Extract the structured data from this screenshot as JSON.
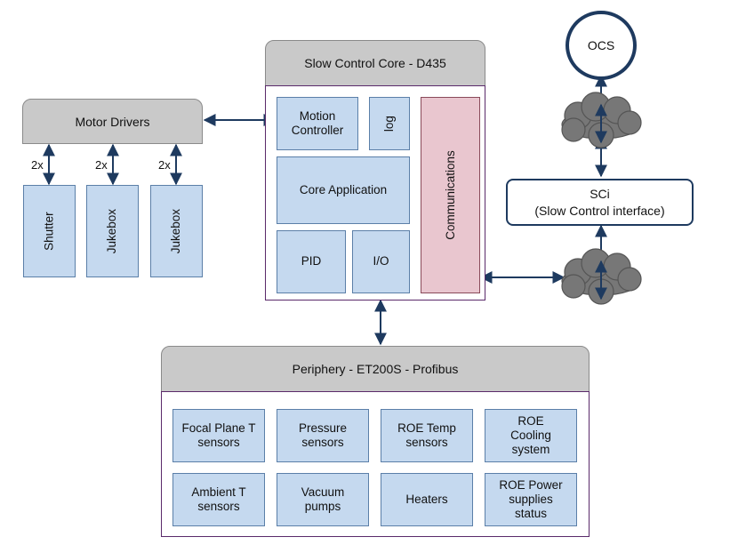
{
  "core": {
    "title": "Slow Control Core - D435",
    "motion_controller": "Motion Controller",
    "log": "log",
    "core_application": "Core Application",
    "pid": "PID",
    "io": "I/O",
    "communications": "Communications"
  },
  "motor_drivers": {
    "title": "Motor Drivers",
    "multiplier": "2x",
    "children": [
      "Shutter",
      "Jukebox",
      "Jukebox"
    ]
  },
  "ocs": {
    "label": "OCS"
  },
  "sci": {
    "line1": "SCi",
    "line2": "(Slow Control interface)"
  },
  "periphery": {
    "title": "Periphery - ET200S - Profibus",
    "items": [
      "Focal Plane T sensors",
      "Pressure sensors",
      "ROE Temp sensors",
      "ROE Cooling system",
      "Ambient T sensors",
      "Vacuum pumps",
      "Heaters",
      "ROE Power supplies status"
    ]
  },
  "colors": {
    "box_fill": "#c5d9ef",
    "communications_fill": "#e9c6cf",
    "header_fill": "#c9c9c9",
    "cloud_fill": "#777777",
    "arrow": "#1e3a5f"
  }
}
